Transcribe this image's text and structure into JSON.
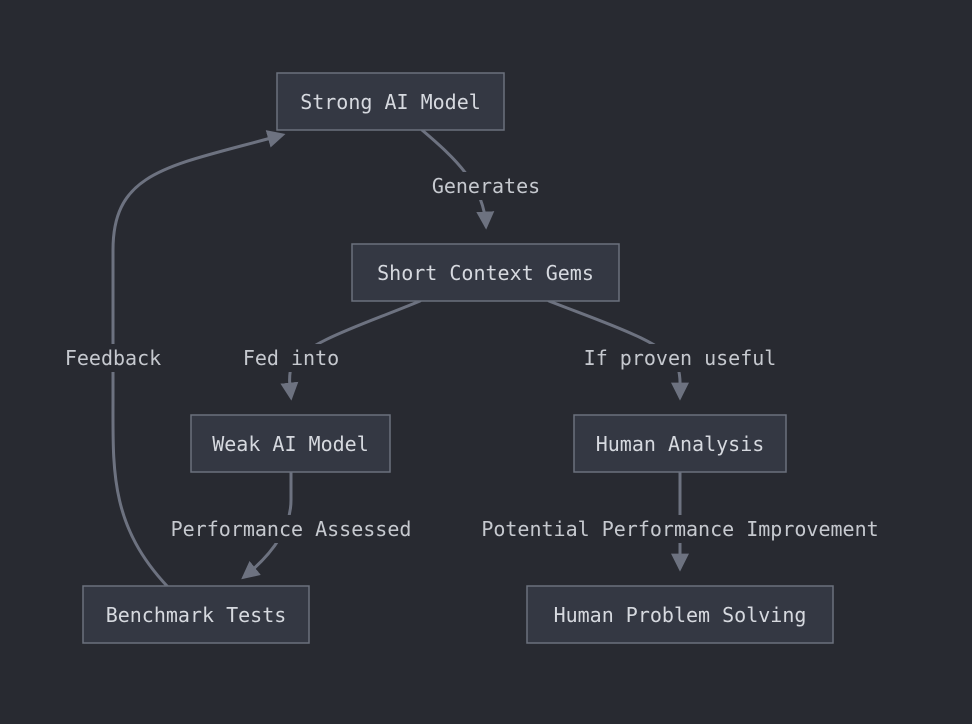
{
  "nodes": {
    "strong_ai_model": "Strong AI Model",
    "short_context_gems": "Short Context Gems",
    "weak_ai_model": "Weak AI Model",
    "human_analysis": "Human Analysis",
    "benchmark_tests": "Benchmark Tests",
    "human_problem_solving": "Human Problem Solving"
  },
  "edges": {
    "generates": "Generates",
    "fed_into": "Fed into",
    "if_proven_useful": "If proven useful",
    "performance_assessed": "Performance Assessed",
    "feedback": "Feedback",
    "potential_performance_improvement": "Potential Performance Improvement"
  }
}
